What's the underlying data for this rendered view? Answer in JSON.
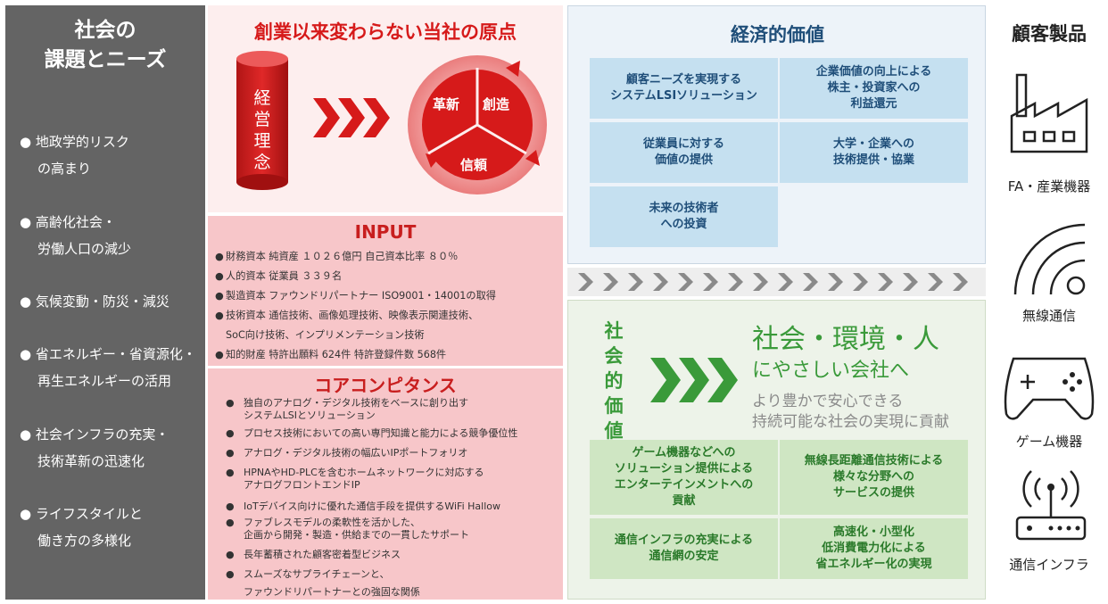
{
  "left": {
    "title_line1": "社会の",
    "title_line2": "課題とニーズ",
    "needs": [
      {
        "line1": "地政学的リスク",
        "line2": "の高まり"
      },
      {
        "line1": "高齢化社会・",
        "line2": "労働人口の減少"
      },
      {
        "line1": "気候変動・防災・減災",
        "line2": ""
      },
      {
        "line1": "省エネルギー・省資源化・",
        "line2": "再生エネルギーの活用"
      },
      {
        "line1": "社会インフラの充実・",
        "line2": "技術革新の迅速化"
      },
      {
        "line1": "ライフスタイルと",
        "line2": "働き方の多様化"
      }
    ],
    "bullet": "●"
  },
  "origin": {
    "title": "創業以来変わらない当社の原点",
    "philosophy": "経営理念",
    "values": {
      "innovation": "革新",
      "creation": "創造",
      "trust": "信頼"
    },
    "colors": {
      "red": "#d61a1a",
      "dark_red": "#b01515"
    }
  },
  "input": {
    "title": "INPUT",
    "items": [
      "財務資本  純資産 １０２６億円 自己資本比率 ８０％",
      "人的資本  従業員 ３３９名",
      "製造資本  ファウンドリパートナー ISO9001・14001の取得",
      "技術資本  通信技術、画像処理技術、映像表示関連技術、",
      "知的財産  特許出願料 624件 特許登録件数 568件"
    ],
    "item4_cont": "SoC向け技術、インプリメンテーション技術"
  },
  "core": {
    "title": "コアコンピタンス",
    "items": [
      {
        "l1": "独自のアナログ・デジタル技術をベースに創り出す",
        "l2": "システムLSIとソリューション"
      },
      {
        "l1": "プロセス技術においての高い専門知識と能力による競争優位性",
        "l2": ""
      },
      {
        "l1": "アナログ・デジタル技術の幅広いIPポートフォリオ",
        "l2": ""
      },
      {
        "l1": "HPNAやHD-PLCを含むホームネットワークに対応する",
        "l2": "アナログフロントエンドIP"
      },
      {
        "l1": "IoTデバイス向けに優れた通信手段を提供するWiFi Hallow",
        "l2": ""
      },
      {
        "l1": "ファブレスモデルの柔軟性を活かした、",
        "l2": "企画から開発・製造・供給までの一貫したサポート"
      },
      {
        "l1": "長年蓄積された顧客密着型ビジネス",
        "l2": ""
      },
      {
        "l1": "スムーズなサプライチェーンと、",
        "l2": "ファウンドリパートナーとの強固な関係"
      }
    ]
  },
  "economic": {
    "title": "経済的価値",
    "boxes": [
      "顧客ニーズを実現する\nシステムLSIソリューション",
      "企業価値の向上による\n株主・投資家への\n利益還元",
      "従業員に対する\n価値の提供",
      "大学・企業への\n技術提供・協業",
      "未来の技術者\nへの投資"
    ]
  },
  "social": {
    "vertical_label": "社会的価値",
    "main1": "社会・環境・人",
    "main2": "にやさしい会社へ",
    "sub1": "より豊かで安心できる",
    "sub2": "持続可能な社会の実現に貢献",
    "boxes": [
      "ゲーム機器などへの\nソリューション提供による\nエンターテインメントへの\n貢献",
      "無線長距離通信技術による\n様々な分野への\nサービスの提供",
      "通信インフラの充実による\n通信網の安定",
      "高速化・小型化\n低消費電力化による\n省エネルギー化の実現"
    ]
  },
  "products": {
    "title": "顧客製品",
    "items": [
      "FA・産業機器",
      "無線通信",
      "ゲーム機器",
      "通信インフラ"
    ]
  }
}
